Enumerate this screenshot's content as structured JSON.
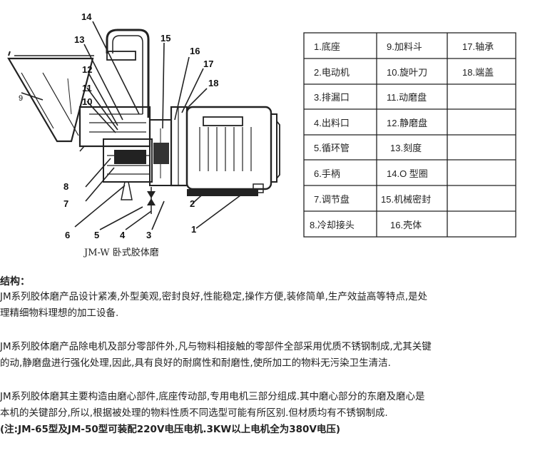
{
  "diagram": {
    "caption": "JM-W 卧式胶体磨",
    "callouts": [
      "1",
      "2",
      "3",
      "4",
      "5",
      "6",
      "7",
      "8",
      "9",
      "10",
      "11",
      "12",
      "13",
      "14",
      "15",
      "16",
      "17",
      "18"
    ]
  },
  "parts_table": {
    "columns": [
      [
        "1.底座",
        "2.电动机",
        "3.排漏口",
        "4.出料口",
        "5.循环管",
        "6.手柄",
        "7.调节盘",
        "8.冷却接头"
      ],
      [
        "9.加料斗",
        "10.旋叶刀",
        "11.动磨盘",
        "12.静磨盘",
        "13.刻度",
        "14.O 型圈",
        "15.机械密封",
        "16.壳体"
      ],
      [
        "17.轴承",
        "18.端盖",
        "",
        "",
        "",
        "",
        "",
        ""
      ]
    ]
  },
  "text": {
    "heading": "结构：",
    "p1_l1": "JM系列胶体磨产品设计紧凑,外型美观,密封良好,性能稳定,操作方便,装修简单,生产效益高等特点,是处",
    "p1_l2": "理精细物料理想的加工设备.",
    "p2_l1": "JM系列胶体磨产品除电机及部分零部件外,凡与物料相接触的零部件全部采用优质不锈钢制成,尤其关键",
    "p2_l2": "的动,静磨盘进行强化处理,因此,具有良好的耐腐性和耐磨性,使所加工的物料无污染卫生清洁.",
    "p3_l1": "JM系列胶体磨其主要构造由磨心部件,底座传动部,专用电机三部分组成.其中磨心部分的东磨及磨心是",
    "p3_l2": "本机的关键部分,所以,根据被处理的物料性质不同选型可能有所区别.但材质均有不锈钢制成.",
    "note": "(注:JM-65型及JM-50型可装配220V电压电机.3KW以上电机全为380V电压)"
  }
}
